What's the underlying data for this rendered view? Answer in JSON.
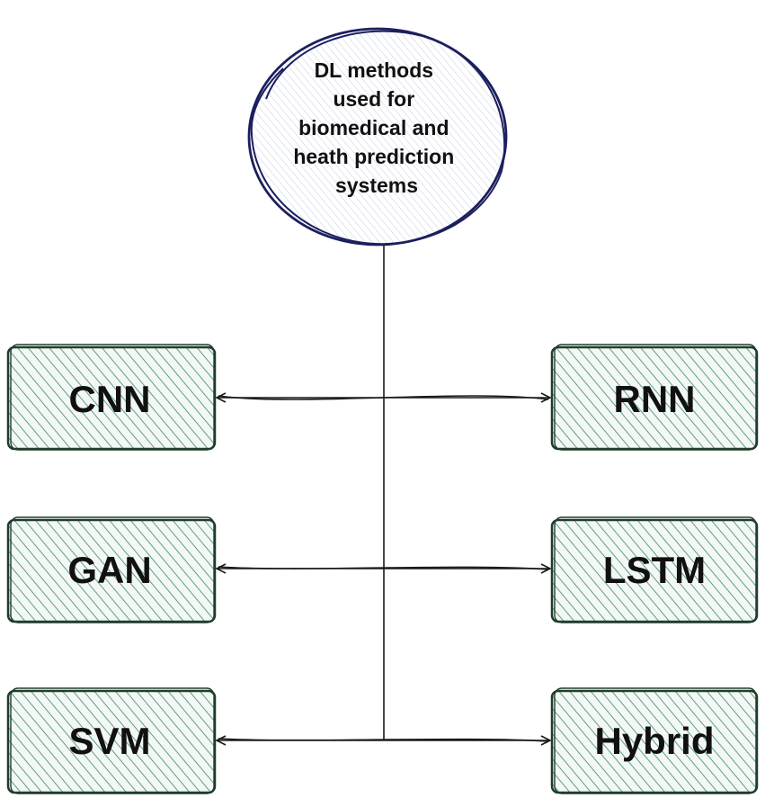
{
  "center": {
    "lines": [
      "DL methods",
      "used for",
      "biomedical and",
      "heath prediction",
      "systems"
    ]
  },
  "methods": {
    "cnn": "CNN",
    "rnn": "RNN",
    "gan": "GAN",
    "lstm": "LSTM",
    "svm": "SVM",
    "hybrid": "Hybrid"
  },
  "colors": {
    "box_hatch": "#5e9e85",
    "box_border": "#1f3d2b",
    "circle_border": "#1c1f5e",
    "circle_hatch": "#9aa7c7",
    "connector": "#1a1a1a"
  }
}
